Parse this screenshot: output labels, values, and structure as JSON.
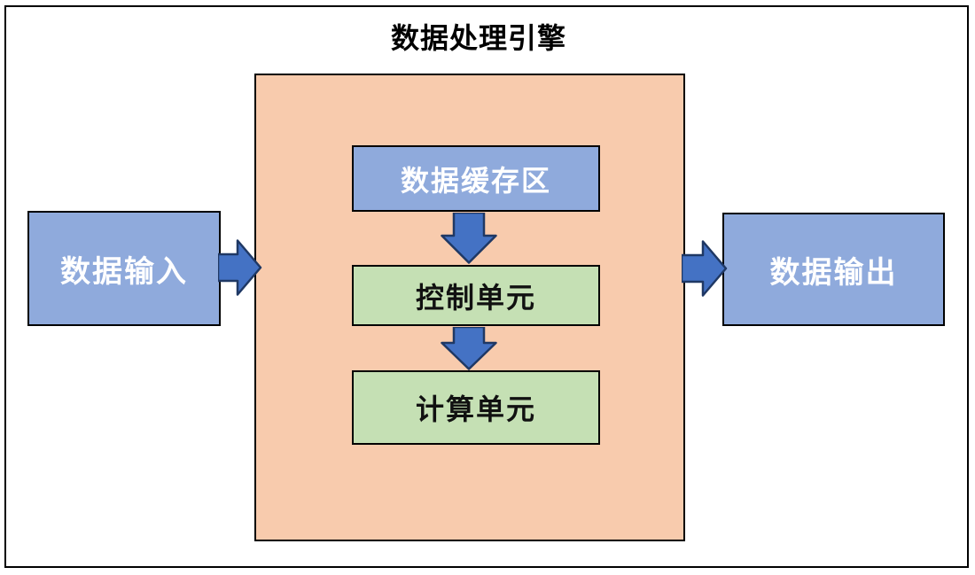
{
  "diagram": {
    "title": "数据处理引擎",
    "nodes": {
      "input": {
        "label": "数据输入"
      },
      "buffer": {
        "label": "数据缓存区"
      },
      "control": {
        "label": "控制单元"
      },
      "compute": {
        "label": "计算单元"
      },
      "output": {
        "label": "数据输出"
      }
    },
    "flow": [
      "数据输入 → 数据处理引擎",
      "数据缓存区 → 控制单元",
      "控制单元 → 计算单元",
      "数据处理引擎 → 数据输出"
    ],
    "colors": {
      "container_fill": "#F8CBAD",
      "blue_node_fill": "#8FAADC",
      "green_node_fill": "#C5E0B4",
      "arrow_fill": "#4472C4",
      "arrow_stroke": "#1F3864",
      "box_border": "#000000",
      "frame_border": "#000000",
      "background": "#FFFFFF"
    }
  }
}
